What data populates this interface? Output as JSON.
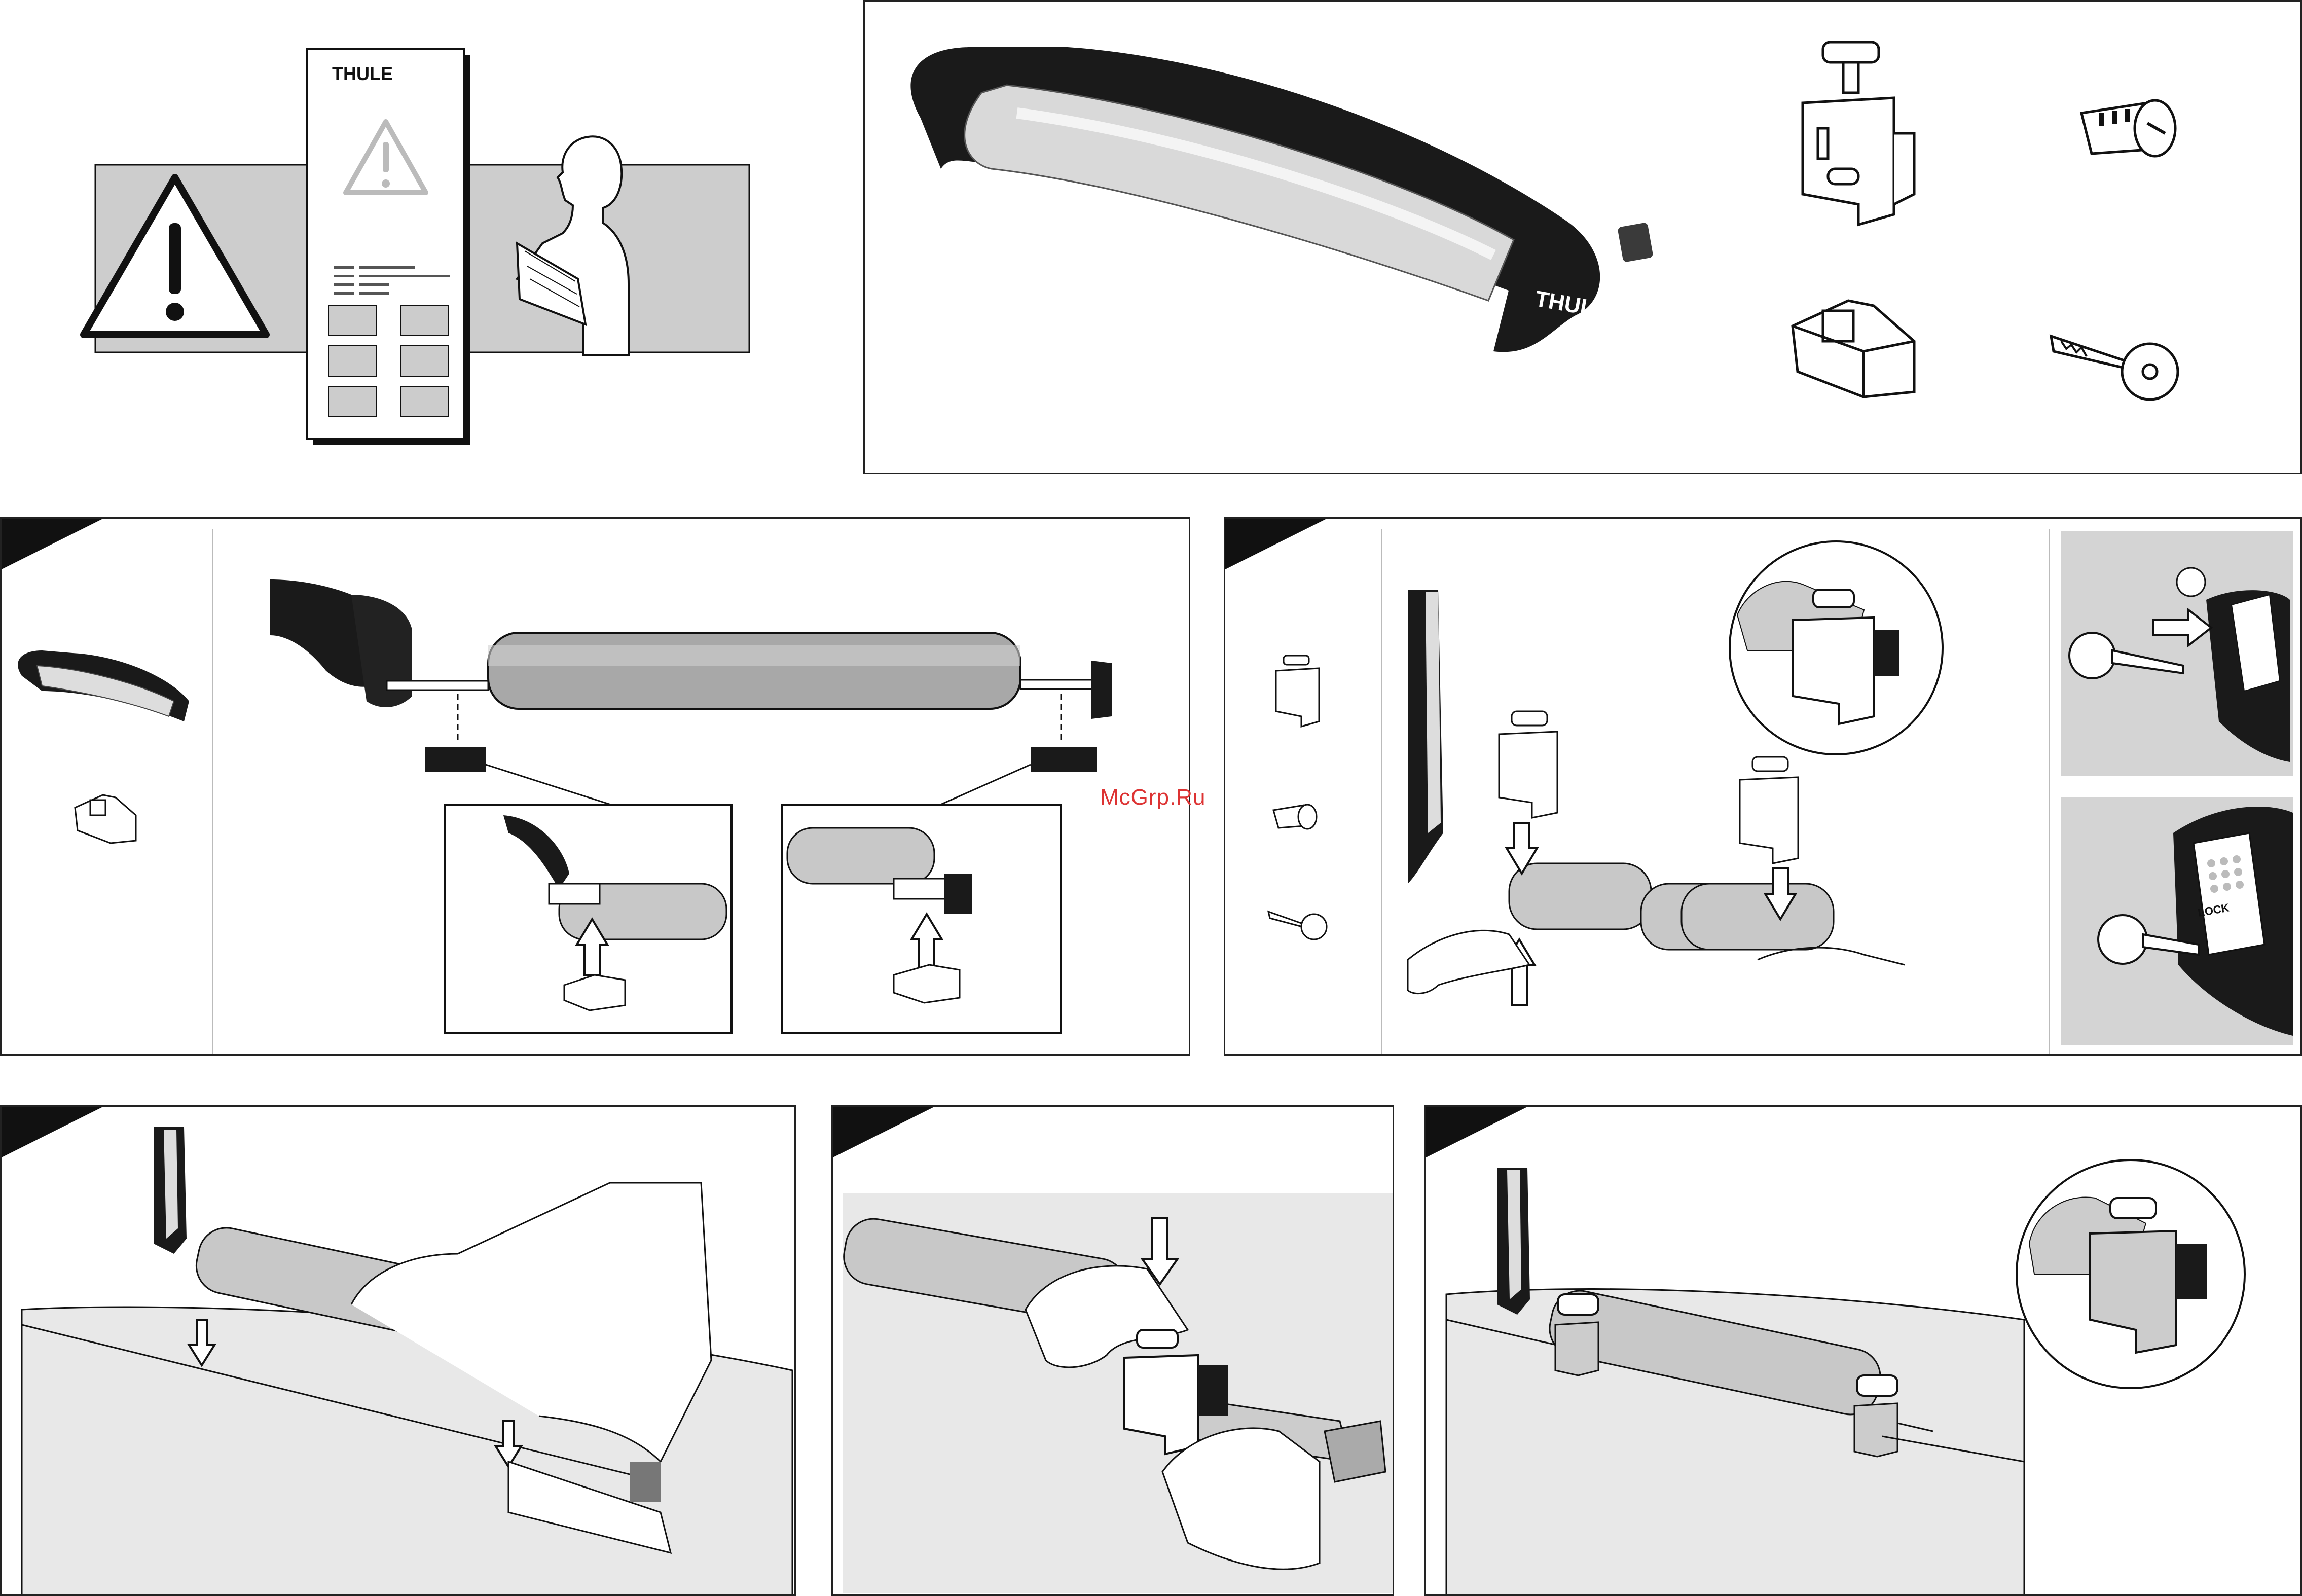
{
  "brand": {
    "product_logo": "THULE",
    "manual_logo": "THULE"
  },
  "watermark": "McGrp.Ru",
  "lock_label": "LOCK",
  "colors": {
    "ink": "#111111",
    "panel_gray": "#cfcfcf",
    "bar_metal": "#bdbdbd",
    "watermark": "#dd3333"
  },
  "icons": [
    "warning-triangle-icon",
    "reading-person-icon",
    "ski-carrier-icon",
    "clamp-bracket-icon",
    "lock-cylinder-icon",
    "key-icon",
    "end-clip-icon",
    "arrow-up-icon",
    "arrow-down-icon"
  ]
}
